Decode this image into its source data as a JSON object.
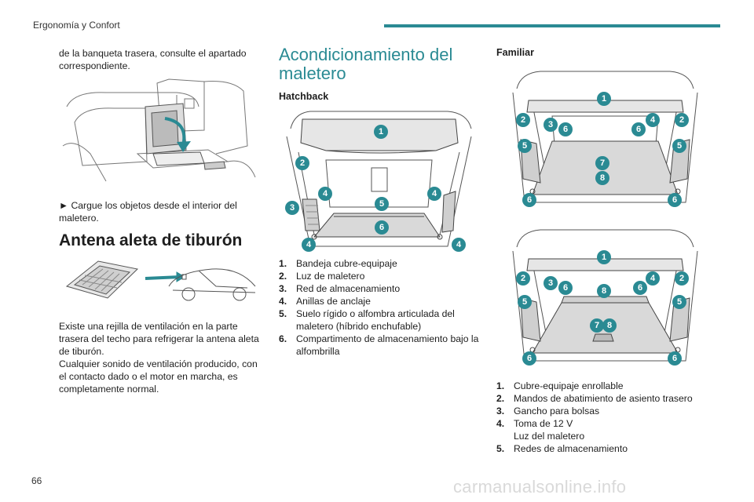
{
  "header": {
    "section_title": "Ergonomía y Confort"
  },
  "page_number": "66",
  "watermark": "carmanualsonline.info",
  "col1": {
    "intro": "de la banqueta trasera, consulte el apartado correspondiente.",
    "step": "► Cargue los objetos desde el interior del maletero.",
    "antenna_heading": "Antena aleta de tiburón",
    "antenna_text_1": "Existe una rejilla de ventilación en la parte trasera del techo para refrigerar la antena aleta de tiburón.",
    "antenna_text_2": "Cualquier sonido de ventilación producido, con el contacto dado o el motor en marcha, es completamente normal."
  },
  "col2": {
    "heading": "Acondicionamiento del maletero",
    "subheading": "Hatchback",
    "callouts": [
      "1",
      "2",
      "3",
      "4",
      "4",
      "5",
      "6",
      "4",
      "4"
    ],
    "items": [
      {
        "num": "1.",
        "text": "Bandeja cubre-equipaje"
      },
      {
        "num": "2.",
        "text": "Luz de maletero"
      },
      {
        "num": "3.",
        "text": "Red de almacenamiento"
      },
      {
        "num": "4.",
        "text": "Anillas de anclaje"
      },
      {
        "num": "5.",
        "text": "Suelo rígido o alfombra articulada del maletero (híbrido enchufable)"
      },
      {
        "num": "6.",
        "text": "Compartimento de almacenamiento bajo la alfombrilla"
      }
    ]
  },
  "col3": {
    "subheading": "Familiar",
    "callouts_top": [
      "1",
      "2",
      "3",
      "6",
      "6",
      "4",
      "2",
      "5",
      "5",
      "7",
      "8",
      "6",
      "6"
    ],
    "callouts_bottom": [
      "1",
      "2",
      "3",
      "6",
      "8",
      "6",
      "4",
      "2",
      "5",
      "5",
      "7",
      "8",
      "6",
      "6"
    ],
    "items": [
      {
        "num": "1.",
        "text": "Cubre-equipaje enrollable"
      },
      {
        "num": "2.",
        "text": "Mandos de abatimiento de asiento trasero"
      },
      {
        "num": "3.",
        "text": "Gancho para bolsas"
      },
      {
        "num": "4.",
        "text": "Toma de 12 V"
      },
      {
        "num": "",
        "text": "Luz del maletero"
      },
      {
        "num": "5.",
        "text": "Redes de almacenamiento"
      }
    ]
  },
  "colors": {
    "accent": "#2a8a93"
  }
}
